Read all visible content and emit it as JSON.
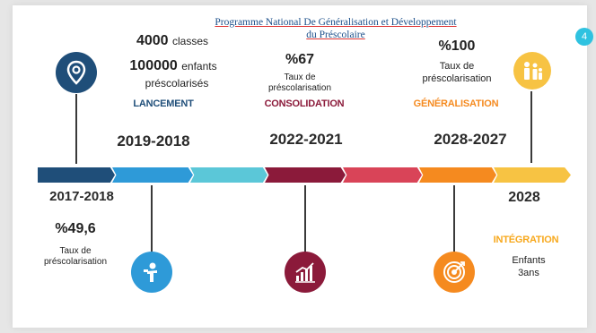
{
  "title_line1": "Programme National De Généralisation et Développement",
  "title_line2": "du Préscolaire",
  "page_number": "4",
  "launch": {
    "classes": "4000",
    "classes_unit": "classes",
    "children": "100000",
    "children_unit": "enfants",
    "children_label": "préscolarisés",
    "phase": "LANCEMENT",
    "period": "2019-2018"
  },
  "consolidation": {
    "rate": "%67",
    "rate_label_1": "Taux de",
    "rate_label_2": "préscolarisation",
    "phase": "CONSOLIDATION",
    "period": "2022-2021"
  },
  "generalisation": {
    "rate": "%100",
    "rate_label_1": "Taux de",
    "rate_label_2": "préscolarisation",
    "phase": "GÉNÉRALISATION",
    "period": "2028-2027"
  },
  "baseline": {
    "period": "2017-2018",
    "rate": "%49,6",
    "rate_label_1": "Taux de",
    "rate_label_2": "préscolarisation"
  },
  "integration": {
    "year": "2028",
    "phase": "INTÉGRATION",
    "label_1": "Enfants",
    "label_2": "3ans"
  },
  "colors": {
    "navy": "#1f4e79",
    "blue": "#2e9ad8",
    "cyan": "#5bc7d8",
    "maroon": "#8b1a3a",
    "red": "#d94458",
    "orange": "#f58a1f",
    "yellow": "#f7c343",
    "lancement_text": "#1f4e79",
    "consolidation_text": "#8b1a3a",
    "generalisation_text": "#f58a1f",
    "integration_text": "#f7a81c"
  },
  "icons": [
    "location-pin-icon",
    "worker-icon",
    "bar-chart-icon",
    "target-icon",
    "family-icon"
  ]
}
